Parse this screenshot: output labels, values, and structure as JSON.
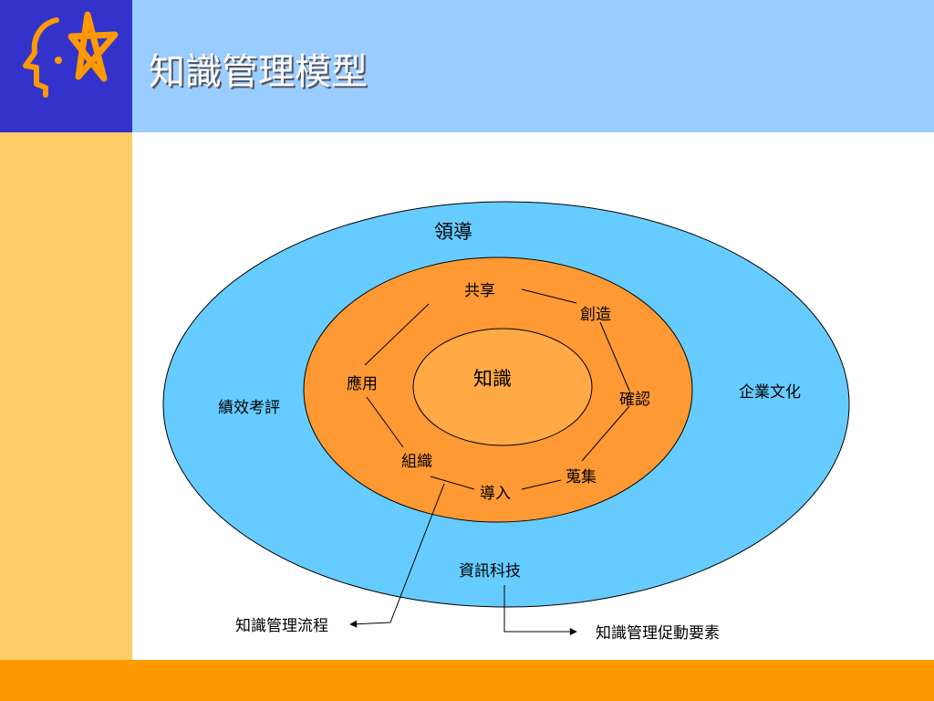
{
  "slide": {
    "title": "知識管理模型"
  },
  "diagram": {
    "outer_ring": {
      "top": "領導",
      "left": "績效考評",
      "right": "企業文化",
      "bottom": "資訊科技"
    },
    "process_cycle": [
      "共享",
      "創造",
      "確認",
      "蒐集",
      "導入",
      "組織",
      "應用"
    ],
    "core": "知識",
    "callouts": {
      "process": "知識管理流程",
      "enablers": "知識管理促動要素"
    }
  },
  "colors": {
    "logo_bg": "#3333cc",
    "header_band": "#99ccff",
    "left_band": "#ffcc66",
    "bottom_band": "#ff9900",
    "outer_ellipse": "#66ccff",
    "middle_ellipse": "#ff9933",
    "inner_ellipse": "#ffaa44",
    "logo_mark": "#ff9900"
  },
  "icons": {
    "logo": "head-with-star-icon"
  }
}
